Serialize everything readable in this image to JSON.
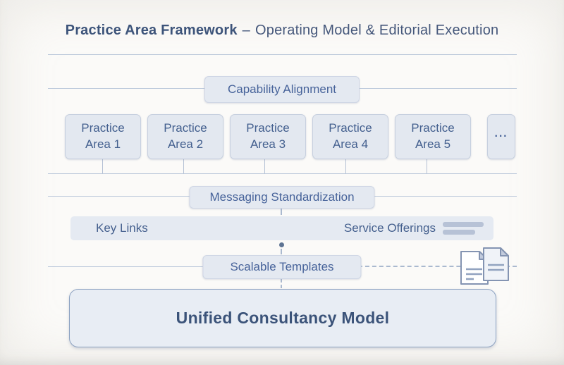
{
  "title": {
    "bold": "Practice Area Framework",
    "dash": "–",
    "regular": "Operating Model & Editorial Execution"
  },
  "capability_box": {
    "label": "Capability Alignment"
  },
  "practice_areas": {
    "items": [
      {
        "label": "Practice\nArea 1"
      },
      {
        "label": "Practice\nArea 2"
      },
      {
        "label": "Practice\nArea 3"
      },
      {
        "label": "Practice\nArea 4"
      },
      {
        "label": "Practice\nArea 5"
      }
    ],
    "more_label": "···"
  },
  "messaging_box": {
    "label": "Messaging Standardization"
  },
  "links_bar": {
    "left_label": "Key Links",
    "right_label": "Service Offerings"
  },
  "templates_box": {
    "label": "Scalable Templates"
  },
  "unified_box": {
    "label": "Unified Consultancy Model"
  },
  "colors": {
    "background": "#fbfaf8",
    "title_text": "#3d547a",
    "node_fill": "#e4e9f1",
    "node_border": "#c7d0df",
    "node_text": "#47639a",
    "connector_line": "#bac7da",
    "dashed_line": "#aab9cf",
    "skeleton_bar": "#b7c2d6",
    "unified_border": "#8da2c1",
    "unified_fill": "#e8edf4",
    "unified_text": "#3b5379",
    "document_icon_stroke": "#8494b2",
    "document_icon_fold": "#c2cbdd"
  }
}
